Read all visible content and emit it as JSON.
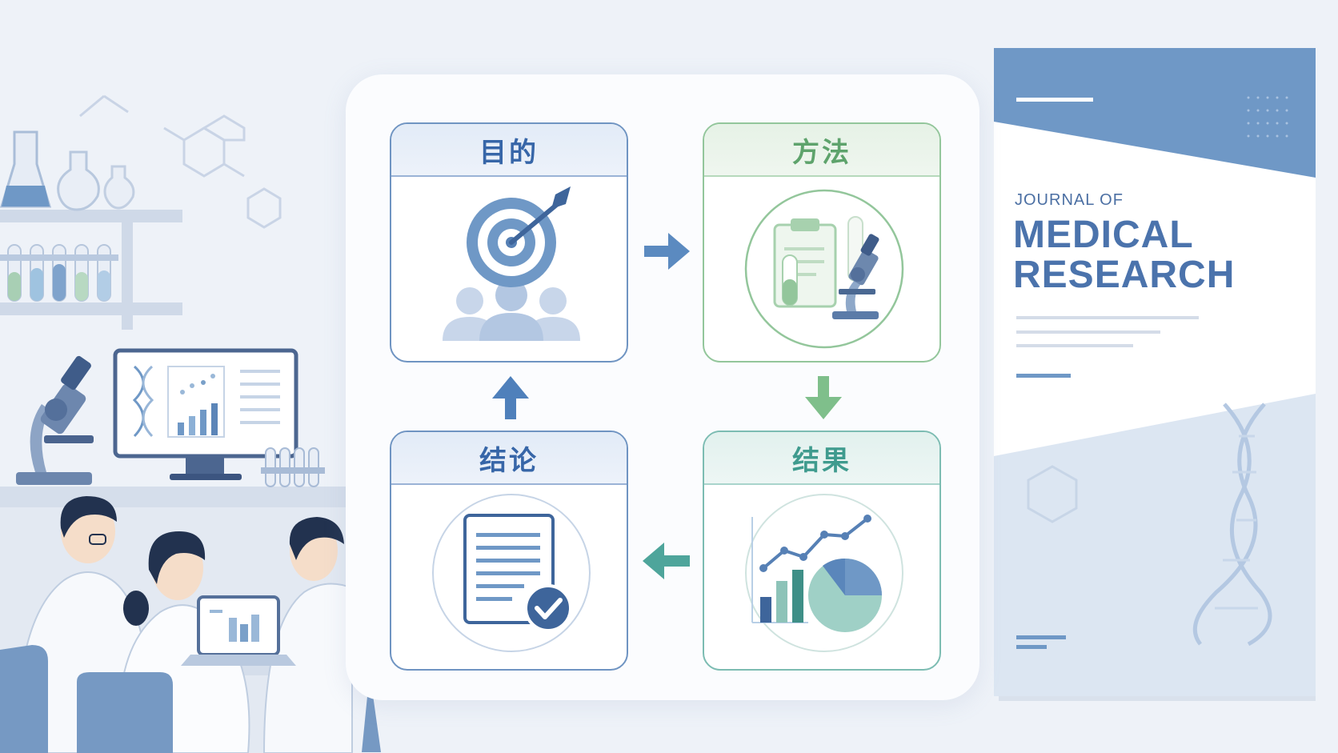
{
  "flow": {
    "purpose": "目的",
    "method": "方法",
    "results": "结果",
    "conclusion": "结论"
  },
  "journal": {
    "line1": "JOURNAL OF",
    "line2": "MEDICAL",
    "line3": "RESEARCH"
  },
  "colors": {
    "primary_blue": "#3766a8",
    "green": "#5ea36c",
    "teal": "#3f9b8e",
    "cover_blue": "#6f98c6"
  },
  "icons": [
    "target-icon",
    "microscope-icon",
    "clipboard-icon",
    "chart-icon",
    "report-check-icon"
  ]
}
